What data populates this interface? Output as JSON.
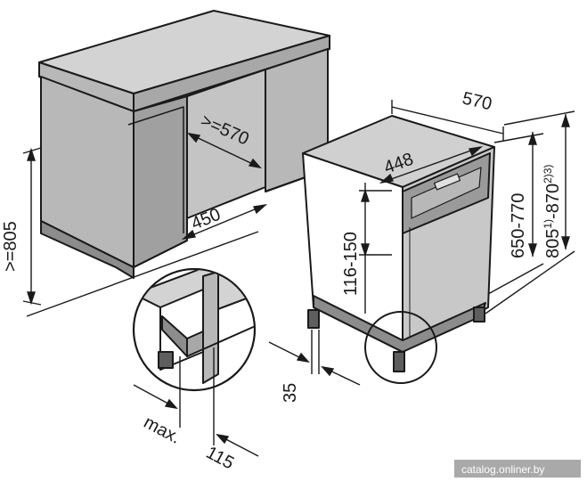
{
  "diagram": {
    "labels": {
      "cabinet_height": ">=805",
      "cabinet_depth": ">=570",
      "cabinet_width": "450",
      "appliance_depth": "570",
      "appliance_width": "448",
      "panel_height": "116-150",
      "body_height": "650-770",
      "total_height_main": "805",
      "total_height_sup1": "1)",
      "total_height_mid": "-870",
      "total_height_sup2": "2)3)",
      "foot_offset": "35",
      "detail_max_prefix": "max.",
      "detail_max_value": "115"
    },
    "watermark": "catalog.onliner.by",
    "colors": {
      "line": "#1a1a1a",
      "gray_fill": "#b8b8b8",
      "light_fill": "#d3d3d3",
      "dark_fill": "#8c8c8c",
      "watermark_bg": "#9a9a9a"
    }
  }
}
